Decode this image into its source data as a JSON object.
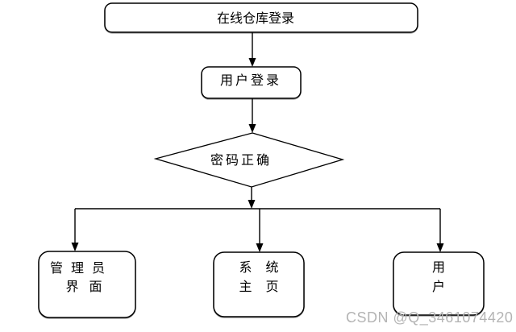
{
  "colors": {
    "stroke": "#000000",
    "text": "#000000",
    "watermark": "#b4b4b4"
  },
  "nodes": {
    "start": {
      "label": "在线仓库登录"
    },
    "login": {
      "label": "用户登录"
    },
    "decision": {
      "label": "密码正确"
    },
    "admin": {
      "line1": "管 理 员",
      "line2": "界 面"
    },
    "system": {
      "line1": "系 统",
      "line2": "主 页"
    },
    "user": {
      "line1": "用",
      "line2": "户"
    }
  },
  "watermark": {
    "text": "CSDN @Q_3461074420"
  }
}
